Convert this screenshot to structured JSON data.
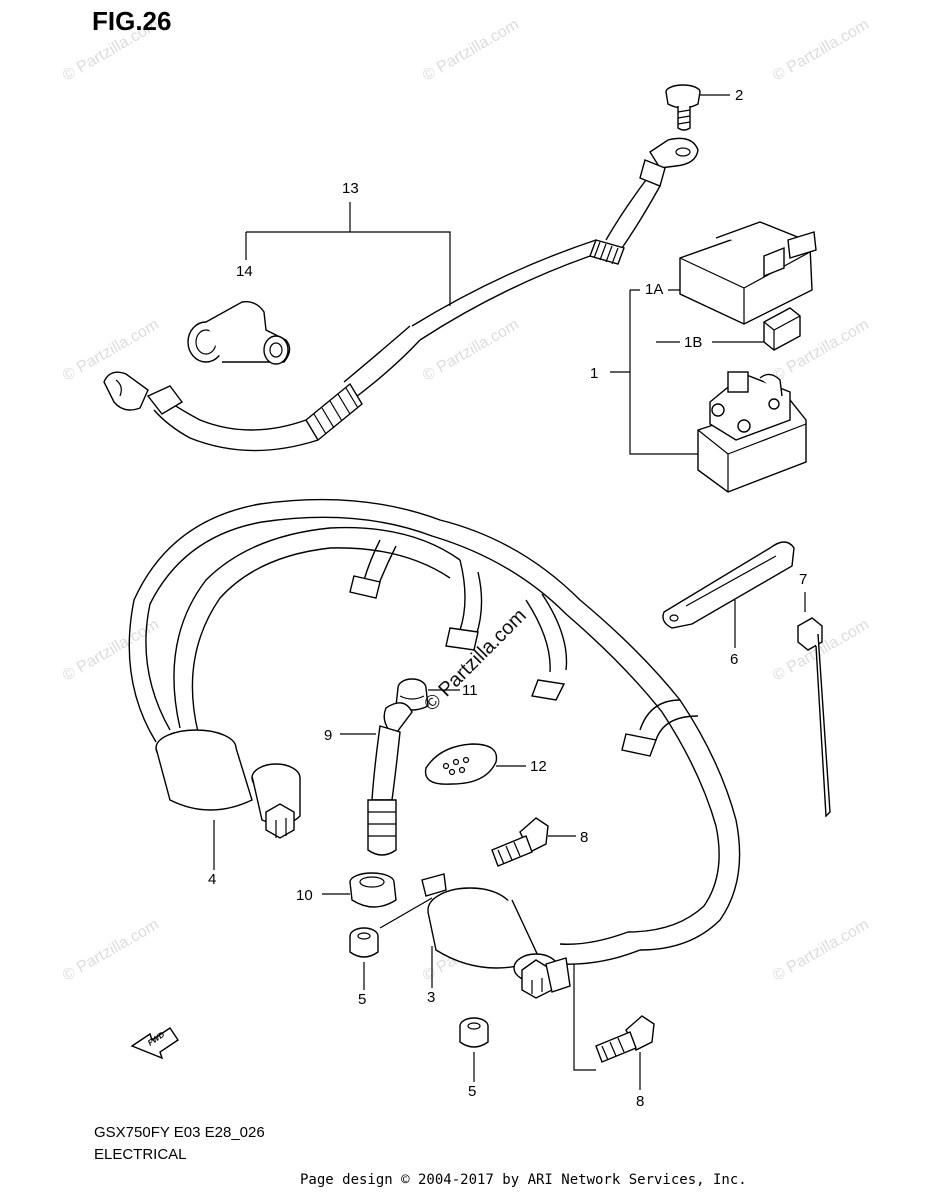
{
  "figure_title": "FIG.26",
  "part_labels": [
    {
      "id": "lbl-2",
      "text": "2"
    },
    {
      "id": "lbl-13",
      "text": "13"
    },
    {
      "id": "lbl-14",
      "text": "14"
    },
    {
      "id": "lbl-1A",
      "text": "1A"
    },
    {
      "id": "lbl-1B",
      "text": "1B"
    },
    {
      "id": "lbl-1",
      "text": "1"
    },
    {
      "id": "lbl-7",
      "text": "7"
    },
    {
      "id": "lbl-6",
      "text": "6"
    },
    {
      "id": "lbl-11",
      "text": "11"
    },
    {
      "id": "lbl-9",
      "text": "9"
    },
    {
      "id": "lbl-12",
      "text": "12"
    },
    {
      "id": "lbl-8a",
      "text": "8"
    },
    {
      "id": "lbl-4",
      "text": "4"
    },
    {
      "id": "lbl-10",
      "text": "10"
    },
    {
      "id": "lbl-5a",
      "text": "5"
    },
    {
      "id": "lbl-3",
      "text": "3"
    },
    {
      "id": "lbl-5b",
      "text": "5"
    },
    {
      "id": "lbl-8b",
      "text": "8"
    }
  ],
  "fwd_marker": "FWD",
  "footer": {
    "model_code": "GSX750FY E03 E28_026",
    "section": "ELECTRICAL",
    "credit": "Page design © 2004-2017 by ARI Network Services, Inc."
  },
  "watermark": {
    "center_text": "© Partzilla.com",
    "tile_text": "© Partzilla.com"
  }
}
